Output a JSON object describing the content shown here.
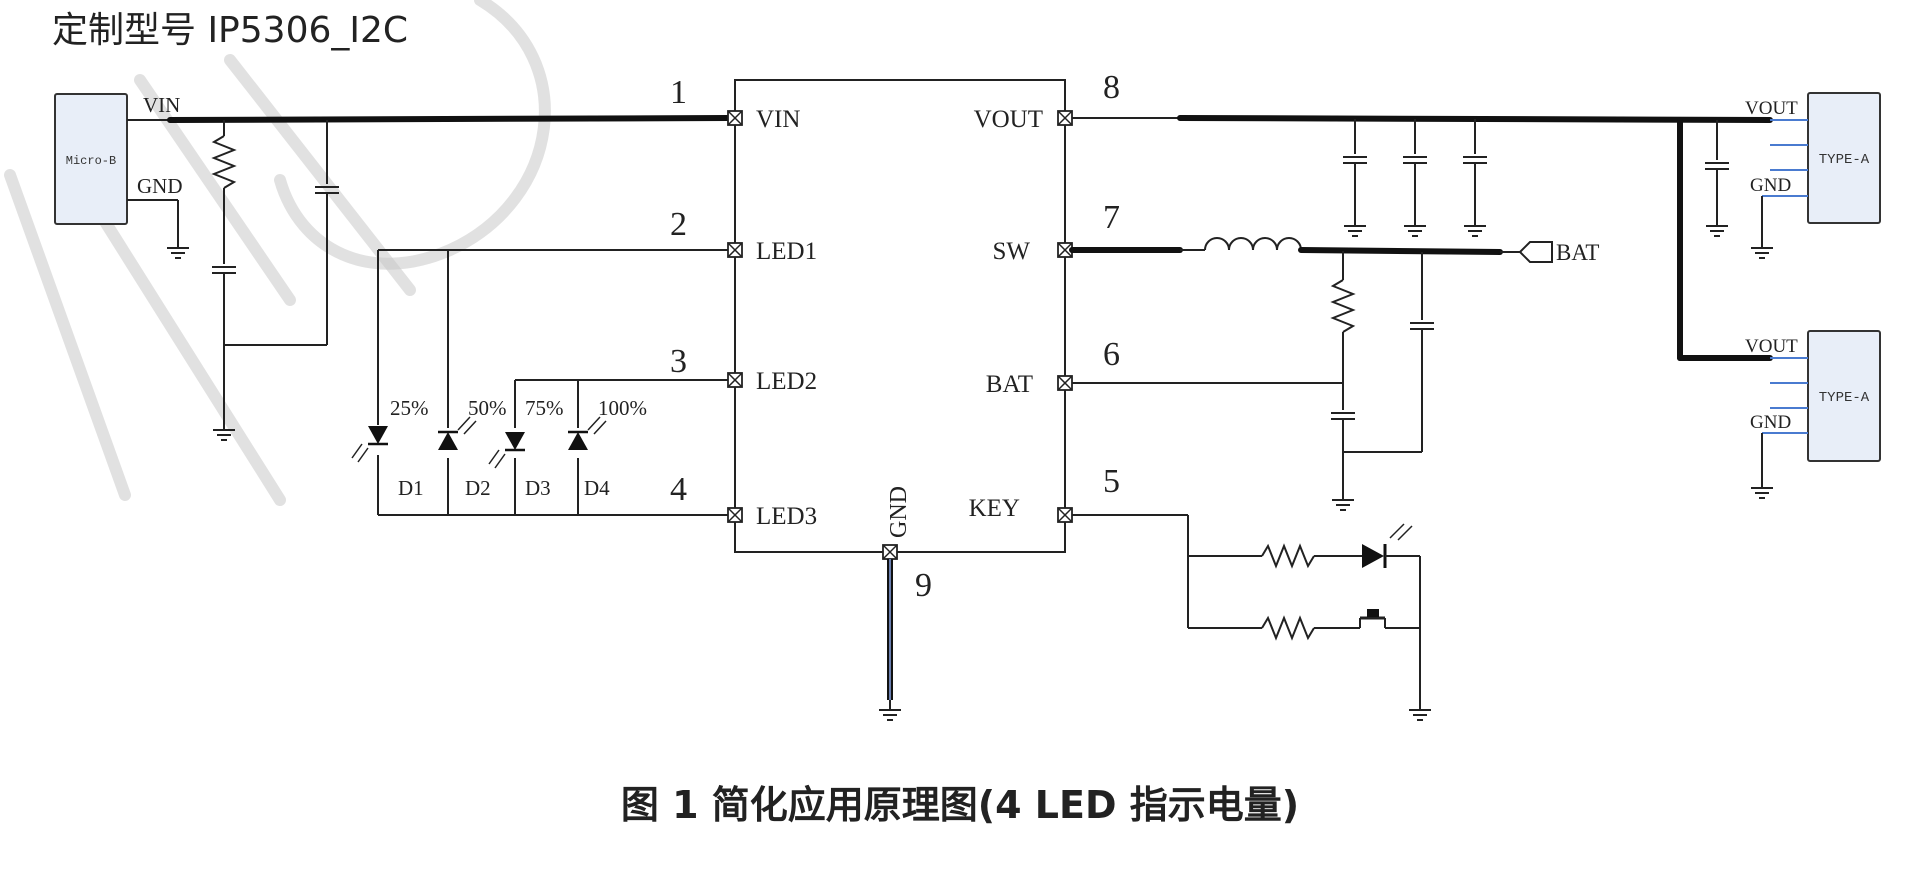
{
  "header": {
    "model_label": "定制型号 IP5306_I2C"
  },
  "caption": {
    "text": "图  1  简化应用原理图(4 LED 指示电量)"
  },
  "chip": {
    "pins_left": [
      {
        "number": "1",
        "name": "VIN"
      },
      {
        "number": "2",
        "name": "LED1"
      },
      {
        "number": "3",
        "name": "LED2"
      },
      {
        "number": "4",
        "name": "LED3"
      }
    ],
    "pins_right": [
      {
        "number": "8",
        "name": "VOUT"
      },
      {
        "number": "7",
        "name": "SW"
      },
      {
        "number": "6",
        "name": "BAT"
      },
      {
        "number": "5",
        "name": "KEY"
      }
    ],
    "pin_bottom": {
      "number": "9",
      "name": "GND"
    }
  },
  "micro_b": {
    "label": "Micro-B",
    "vin": "VIN",
    "gnd": "GND"
  },
  "usb_a": [
    {
      "label": "TYPE-A",
      "vout": "VOUT",
      "gnd": "GND"
    },
    {
      "label": "TYPE-A",
      "vout": "VOUT",
      "gnd": "GND"
    }
  ],
  "bat_terminal": {
    "label": "BAT"
  },
  "leds": [
    {
      "name": "D1",
      "level": "25%"
    },
    {
      "name": "D2",
      "level": "50%"
    },
    {
      "name": "D3",
      "level": "75%"
    },
    {
      "name": "D4",
      "level": "100%"
    }
  ]
}
